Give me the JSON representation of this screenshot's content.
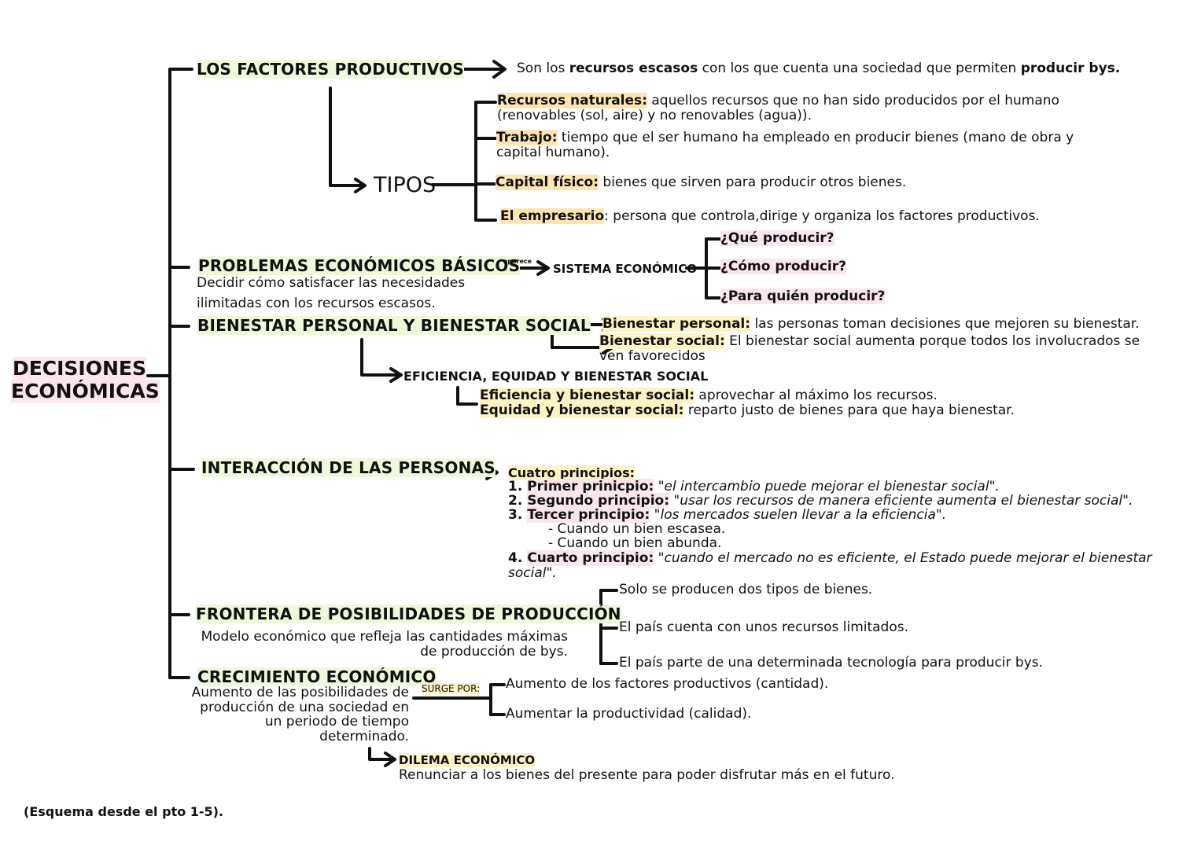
{
  "root": {
    "line1": "DECISIONES",
    "line2": "ECONÓMICAS"
  },
  "factores": {
    "title": "LOS FACTORES PRODUCTIVOS",
    "def_a": "Son los ",
    "def_b": "recursos escasos",
    "def_c": " con los que cuenta una sociedad que permiten ",
    "def_d": "producir bys.",
    "tipos_label": "TIPOS",
    "tipos": [
      {
        "label": "Recursos naturales:",
        "line1": " aquellos recursos que no han sido producidos por el humano",
        "line2": "(renovables (sol, aire) y no renovables (agua))."
      },
      {
        "label": "Trabajo:",
        "line1": " tiempo que el ser humano ha empleado en producir bienes (mano de obra y",
        "line2": "capital humano)."
      },
      {
        "label": "Capital físico:",
        "line1": " bienes que sirven para producir otros bienes."
      },
      {
        "label": "El empresario",
        "line1": ": persona que controla,dirige y organiza los factores productivos."
      }
    ]
  },
  "problemas": {
    "title": "PROBLEMAS ECONÓMICOS BÁSICOS",
    "desc1": "Decidir cómo satisfacer las necesidades",
    "desc2": "ilimitadas con los recursos escasos.",
    "arrow_label": "aparece",
    "sistema": "SISTEMA ECONÓMICO",
    "preguntas": [
      "¿Qué producir?",
      "¿Cómo producir?",
      "¿Para quién producir?"
    ]
  },
  "bienestar": {
    "title": "BIENESTAR PERSONAL Y BIENESTAR SOCIAL",
    "personal_label": "Bienestar personal:",
    "personal_text": " las personas toman decisiones que mejoren su bienestar.",
    "social_label": "Bienestar social:",
    "social_text1": " El bienestar social aumenta porque todos los involucrados se",
    "social_text2": "ven favorecidos",
    "efic_title": "EFICIENCIA, EQUIDAD Y BIENESTAR SOCIAL",
    "efic_label": "Eficiencia y bienestar social:",
    "efic_text": " aprovechar al máximo los recursos.",
    "equi_label": "Equidad y bienestar social:",
    "equi_text": " reparto justo de bienes para que haya bienestar."
  },
  "interaccion": {
    "title": "INTERACCIÓN DE LAS PERSONAS",
    "principios_title": "Cuatro principios:",
    "p1_num": "1. ",
    "p1_label": "Primer prinicpio:",
    "p1_text": " \"el intercambio puede mejorar el bienestar social\".",
    "p2_num": "2. ",
    "p2_label": "Segundo principio:",
    "p2_text": " \"usar los recursos de manera eficiente aumenta el bienestar social\".",
    "p3_num": "3. ",
    "p3_label": "Tercer principio:",
    "p3_text": " \"los mercados suelen llevar a la eficiencia\".",
    "sub1": "- Cuando un bien escasea.",
    "sub2": "- Cuando un bien abunda.",
    "p4_num": "4. ",
    "p4_label": "Cuarto principio:",
    "p4_text1": " \"cuando el mercado no es eficiente, el Estado puede mejorar el bienestar",
    "p4_text2": "social\"."
  },
  "frontera": {
    "title": "FRONTERA DE POSIBILIDADES DE PRODUCCIÓN",
    "desc1": "Modelo económico que refleja las cantidades máximas",
    "desc2": "de producción de bys.",
    "items": [
      "Solo se producen dos tipos de bienes.",
      "El país cuenta con unos recursos limitados.",
      "El país parte de una determinada tecnología para producir bys."
    ]
  },
  "crecimiento": {
    "title": "CRECIMIENTO ECONÓMICO",
    "desc": [
      "Aumento de las posibilidades de",
      "producción de una sociedad en",
      "un periodo de tiempo",
      "determinado."
    ],
    "surge_label": "SURGE POR:",
    "causas": [
      "Aumento de los factores productivos (cantidad).",
      "Aumentar la productividad (calidad)."
    ],
    "dilema_title": "DILEMA ECONÓMICO",
    "dilema_text": "Renunciar a los bienes del presente para poder disfrutar más en el futuro."
  },
  "footer": "(Esquema desde el pto 1-5)."
}
